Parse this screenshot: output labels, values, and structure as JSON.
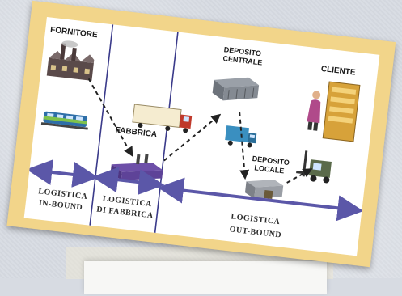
{
  "labels": {
    "fornitore": "FORNITORE",
    "fabbrica": "FABBRICA",
    "deposito_centrale_line1": "DEPOSITO",
    "deposito_centrale_line2": "CENTRALE",
    "cliente": "CLIENTE",
    "deposito_locale_line1": "DEPOSITO",
    "deposito_locale_line2": "LOCALE",
    "logistica_inbound_line1": "LOGISTICA",
    "logistica_inbound_line2": "IN-BOUND",
    "logistica_fabbrica_line1": "LOGISTICA",
    "logistica_fabbrica_line2": "DI FABBRICA",
    "logistica_outbound_line1": "LOGISTICA",
    "logistica_outbound_line2": "OUT-BOUND"
  },
  "icons": [
    "factory-icon",
    "train-icon",
    "truck-icon",
    "warehouse-icon",
    "delivery-truck-icon",
    "shop-customer-icon",
    "forklift-icon",
    "local-warehouse-icon"
  ],
  "colors": {
    "card": "#f2d58a",
    "divider": "#3a3a8a",
    "arrow": "#5b57a8",
    "background": "#d7dbe2"
  }
}
